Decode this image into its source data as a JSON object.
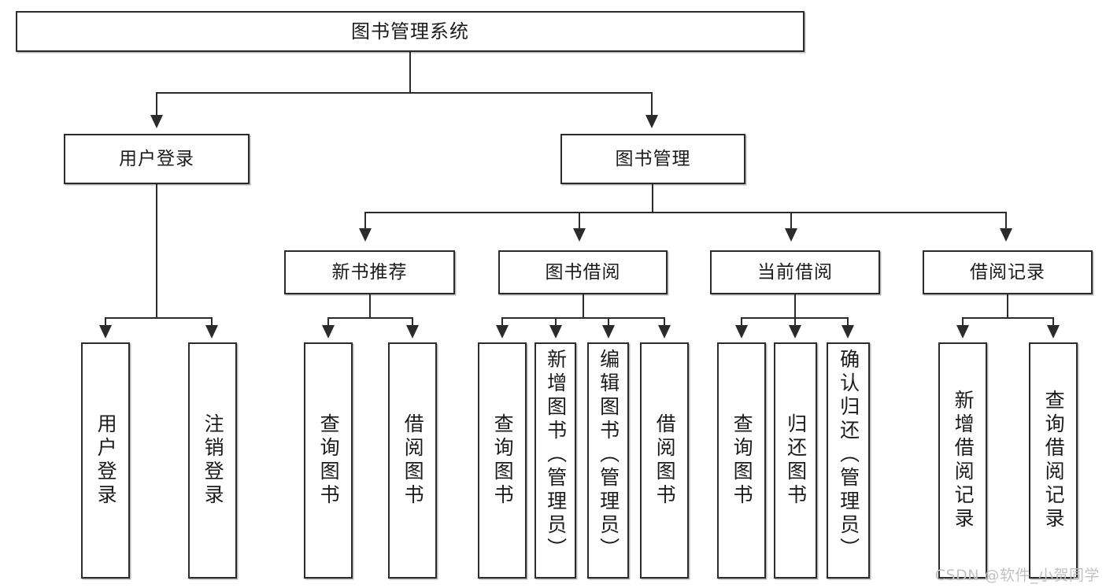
{
  "diagram": {
    "title": "图书管理系统",
    "type": "tree-hierarchy-chart",
    "root": {
      "label": "图书管理系统"
    },
    "level2": [
      {
        "id": "user-login",
        "label": "用户登录"
      },
      {
        "id": "book-management",
        "label": "图书管理"
      }
    ],
    "level3": [
      {
        "id": "new-book-recommend",
        "label": "新书推荐"
      },
      {
        "id": "book-borrow",
        "label": "图书借阅"
      },
      {
        "id": "current-borrow",
        "label": "当前借阅"
      },
      {
        "id": "borrow-record",
        "label": "借阅记录"
      }
    ],
    "leaves": {
      "user_login": [
        {
          "id": "leaf-user-login",
          "label": "用户登录"
        },
        {
          "id": "leaf-logout-login",
          "label": "注销登录"
        }
      ],
      "new_book_recommend": [
        {
          "id": "leaf-query-book-1",
          "label": "查询图书"
        },
        {
          "id": "leaf-borrow-book-1",
          "label": "借阅图书"
        }
      ],
      "book_borrow": [
        {
          "id": "leaf-query-book-2",
          "label": "查询图书"
        },
        {
          "id": "leaf-add-book",
          "label": "新增图书（管理员）"
        },
        {
          "id": "leaf-edit-book",
          "label": "编辑图书（管理员）"
        },
        {
          "id": "leaf-borrow-book-2",
          "label": "借阅图书"
        }
      ],
      "current_borrow": [
        {
          "id": "leaf-query-book-3",
          "label": "查询图书"
        },
        {
          "id": "leaf-return-book",
          "label": "归还图书"
        },
        {
          "id": "leaf-confirm-return",
          "label": "确认归还（管理员）"
        }
      ],
      "borrow_record": [
        {
          "id": "leaf-add-borrow-record",
          "label": "新增借阅记录"
        },
        {
          "id": "leaf-query-borrow-record",
          "label": "查询借阅记录"
        }
      ]
    }
  },
  "watermark": {
    "text": "CSDN @软件_小贺同学"
  },
  "colors": {
    "stroke": "#2b2b2b",
    "text": "#1b1b1b",
    "background": "#ffffff",
    "shadow": "#b9b9b9",
    "watermark": "#c2c2c2"
  }
}
